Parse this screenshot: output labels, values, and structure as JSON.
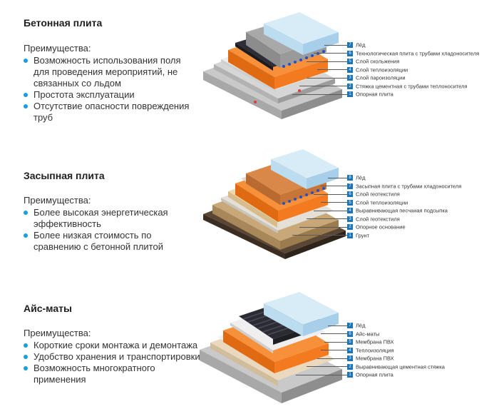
{
  "sections": [
    {
      "title": "Бетонная плита",
      "advantages_label": "Преимущества:",
      "advantages": [
        "Возможность использования поля для проведения мероприятий, не связанных со льдом",
        "Простота эксплуатации",
        "Отсутствие опасности повреждения труб"
      ],
      "layers": [
        {
          "num": "7",
          "label": "Лёд"
        },
        {
          "num": "6",
          "label": "Технологическая плита с трубами хладоносителя"
        },
        {
          "num": "5",
          "label": "Слой скольжения"
        },
        {
          "num": "4",
          "label": "Слой теплоизоляции"
        },
        {
          "num": "3",
          "label": "Слой пароизоляции"
        },
        {
          "num": "2",
          "label": "Стяжка цементная с трубами теплоносителя"
        },
        {
          "num": "1",
          "label": "Опорная плита"
        }
      ]
    },
    {
      "title": "Засыпная плита",
      "advantages_label": "Преимущества:",
      "advantages": [
        "Более высокая энергетическая эффективность",
        "Более низкая стоимость по сравнению с бетонной плитой"
      ],
      "layers": [
        {
          "num": "8",
          "label": "Лёд"
        },
        {
          "num": "7",
          "label": "Засыпная плита с трубами хладоносителя"
        },
        {
          "num": "6",
          "label": "Слой геотекстиля"
        },
        {
          "num": "5",
          "label": "Слой теплоизоляции"
        },
        {
          "num": "4",
          "label": "Выравнивающая песчаная подсыпка"
        },
        {
          "num": "3",
          "label": "Слой геотекстиля"
        },
        {
          "num": "2",
          "label": "Опорное основание"
        },
        {
          "num": "1",
          "label": "Грунт"
        }
      ]
    },
    {
      "title": "Айс-маты",
      "advantages_label": "Преимущества:",
      "advantages": [
        "Короткие сроки монтажа и демонтажа",
        "Удобство хранения и транспортировки",
        "Возможность многократного применения"
      ],
      "layers": [
        {
          "num": "7",
          "label": "Лёд"
        },
        {
          "num": "6",
          "label": "Айс-маты"
        },
        {
          "num": "5",
          "label": "Мембрана ПВХ"
        },
        {
          "num": "4",
          "label": "Теплоизоляция"
        },
        {
          "num": "3",
          "label": "Мембрана ПВХ"
        },
        {
          "num": "2",
          "label": "Выравнивающая цементная стяжка"
        },
        {
          "num": "1",
          "label": "Опорная плита"
        }
      ]
    }
  ],
  "colors": {
    "accent": "#1b74b8",
    "bullet": "#1aa0d8",
    "ice": "#cfe6f5",
    "concrete": "#b9b9b9",
    "insulation": "#f47a1f",
    "membrane_dark": "#2d2d38",
    "sand": "#e6cfa6",
    "soil": "#4a3a2c"
  }
}
